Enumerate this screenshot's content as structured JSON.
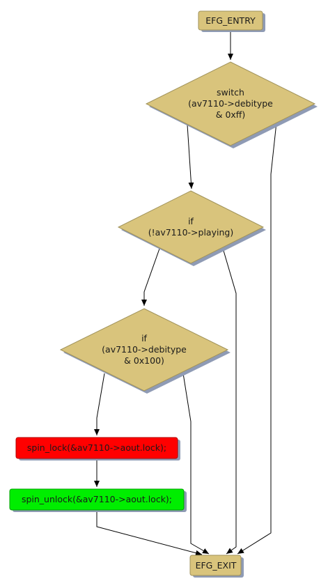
{
  "colors": {
    "node_fill": "#d9c47c",
    "node_stroke": "#a0925a",
    "error_fill": "#ff0000",
    "ok_fill": "#00ee00",
    "shadow": "#8f9bb5",
    "edge": "#000000"
  },
  "nodes": {
    "entry": {
      "lines": [
        "EFG_ENTRY"
      ]
    },
    "switch": {
      "lines": [
        "switch",
        "(av7110->debitype",
        "& 0xff)"
      ]
    },
    "if_playing": {
      "lines": [
        "if",
        "(!av7110->playing)"
      ]
    },
    "if_debitype": {
      "lines": [
        "if",
        "(av7110->debitype",
        "& 0x100)"
      ]
    },
    "spin_lock": {
      "lines": [
        "spin_lock(&av7110->aout.lock);"
      ]
    },
    "spin_unlock": {
      "lines": [
        "spin_unlock(&av7110->aout.lock);"
      ]
    },
    "exit": {
      "lines": [
        "EFG_EXIT"
      ]
    }
  }
}
